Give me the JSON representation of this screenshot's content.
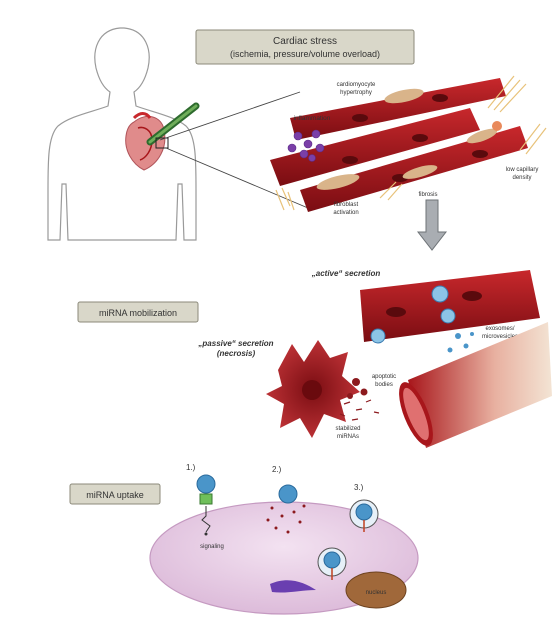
{
  "top_box": {
    "line1": "Cardiac stress",
    "line2": "(ischemia, pressure/volume overload)"
  },
  "stress_labels": {
    "hypertrophy_1": "cardiomyocyte",
    "hypertrophy_2": "hypertrophy",
    "inflammation": "inflammation",
    "capillary_1": "low capillary",
    "capillary_2": "density",
    "fibrosis": "fibrosis",
    "fibroblast_1": "fibroblast",
    "fibroblast_2": "activation"
  },
  "mobilization": {
    "box": "miRNA mobilization",
    "active": "„active“ secretion",
    "passive_1": "„passive“ secretion",
    "passive_2": "(necrosis)",
    "exo_1": "exosomes/",
    "exo_2": "microvesicles",
    "apo_1": "apoptotic",
    "apo_2": "bodies",
    "stab_1": "stabilized",
    "stab_2": "miRNAs"
  },
  "uptake": {
    "box": "miRNA uptake",
    "step1": "1.)",
    "step2": "2.)",
    "step3": "3.)",
    "signaling": "signaling",
    "nucleus": "nucleus"
  },
  "colors": {
    "muscle": "#a8161b",
    "fibroblast": "#d9b48a",
    "inflammation": "#7a3fa8",
    "cell": "#e6cce3",
    "exosome": "#4a95c9"
  }
}
